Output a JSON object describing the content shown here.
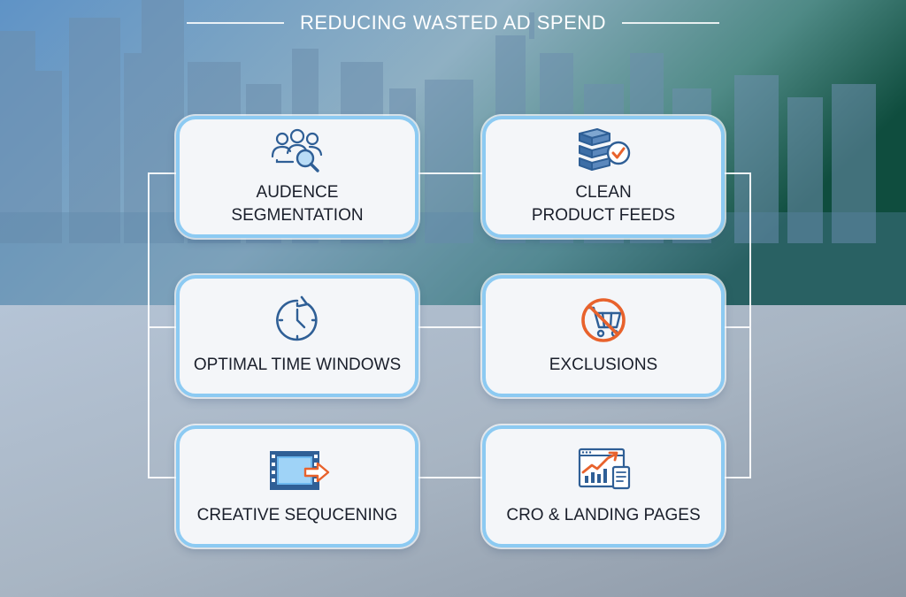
{
  "title": "REDUCING WASTED AD SPEND",
  "colors": {
    "card_border": "#8ccaf2",
    "icon_blue": "#2f5f96",
    "icon_orange": "#e8622c"
  },
  "cards": [
    {
      "label": "AUDENCE\nSEGMENTATION",
      "icon": "audience-search-icon"
    },
    {
      "label": "CLEAN\nPRODUCT FEEDS",
      "icon": "database-check-icon"
    },
    {
      "label": "OPTIMAL TIME WINDOWS",
      "icon": "clock-icon"
    },
    {
      "label": "EXCLUSIONS",
      "icon": "no-cart-icon"
    },
    {
      "label": "CREATIVE SEQUCENING",
      "icon": "film-arrow-icon"
    },
    {
      "label": "CRO & LANDING PAGES",
      "icon": "growth-chart-icon"
    }
  ]
}
